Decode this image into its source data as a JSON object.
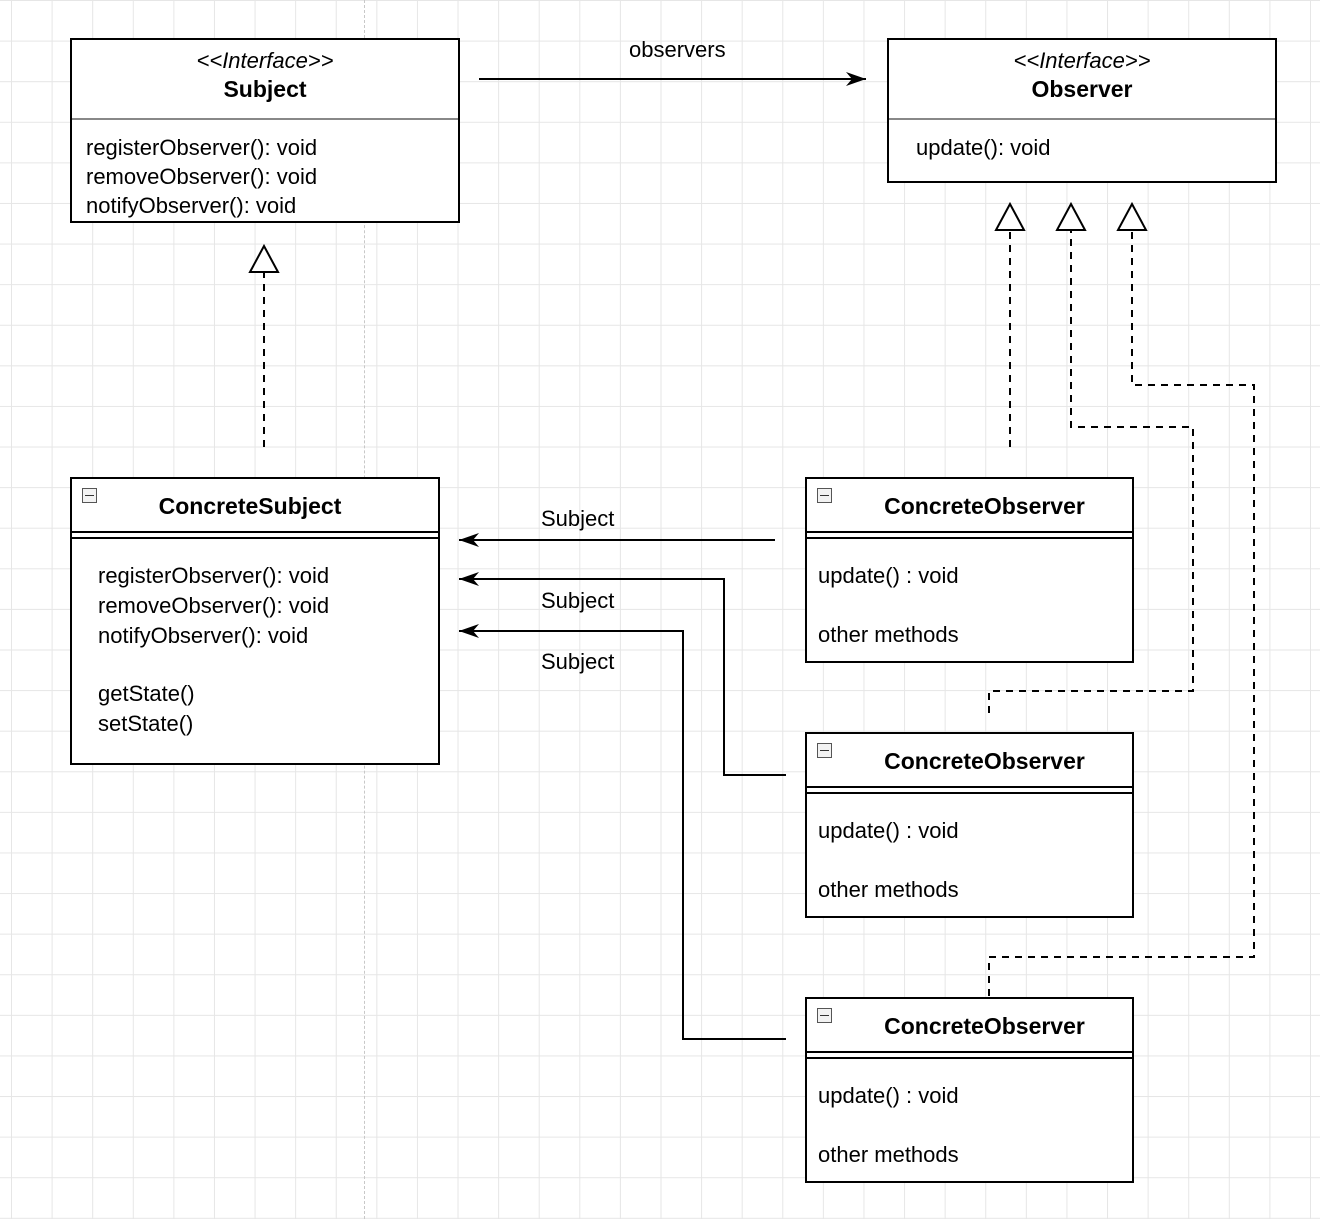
{
  "subject_interface": {
    "stereotype": "<<Interface>>",
    "name": "Subject",
    "methods": [
      "registerObserver(): void",
      "removeObserver(): void",
      "notifyObserver(): void"
    ]
  },
  "observer_interface": {
    "stereotype": "<<Interface>>",
    "name": "Observer",
    "methods": [
      "update(): void"
    ]
  },
  "association_label": "observers",
  "concrete_subject": {
    "name": "ConcreteSubject",
    "methods": [
      "registerObserver(): void",
      "removeObserver(): void",
      "notifyObserver(): void"
    ],
    "state_methods": [
      "getState()",
      "setState()"
    ]
  },
  "concrete_observers": [
    {
      "name": "ConcreteObserver",
      "method": "update() : void",
      "other": "other methods"
    },
    {
      "name": "ConcreteObserver",
      "method": "update() : void",
      "other": "other methods"
    },
    {
      "name": "ConcreteObserver",
      "method": "update() : void",
      "other": "other methods"
    }
  ],
  "subject_edge_labels": [
    "Subject",
    "Subject",
    "Subject"
  ]
}
